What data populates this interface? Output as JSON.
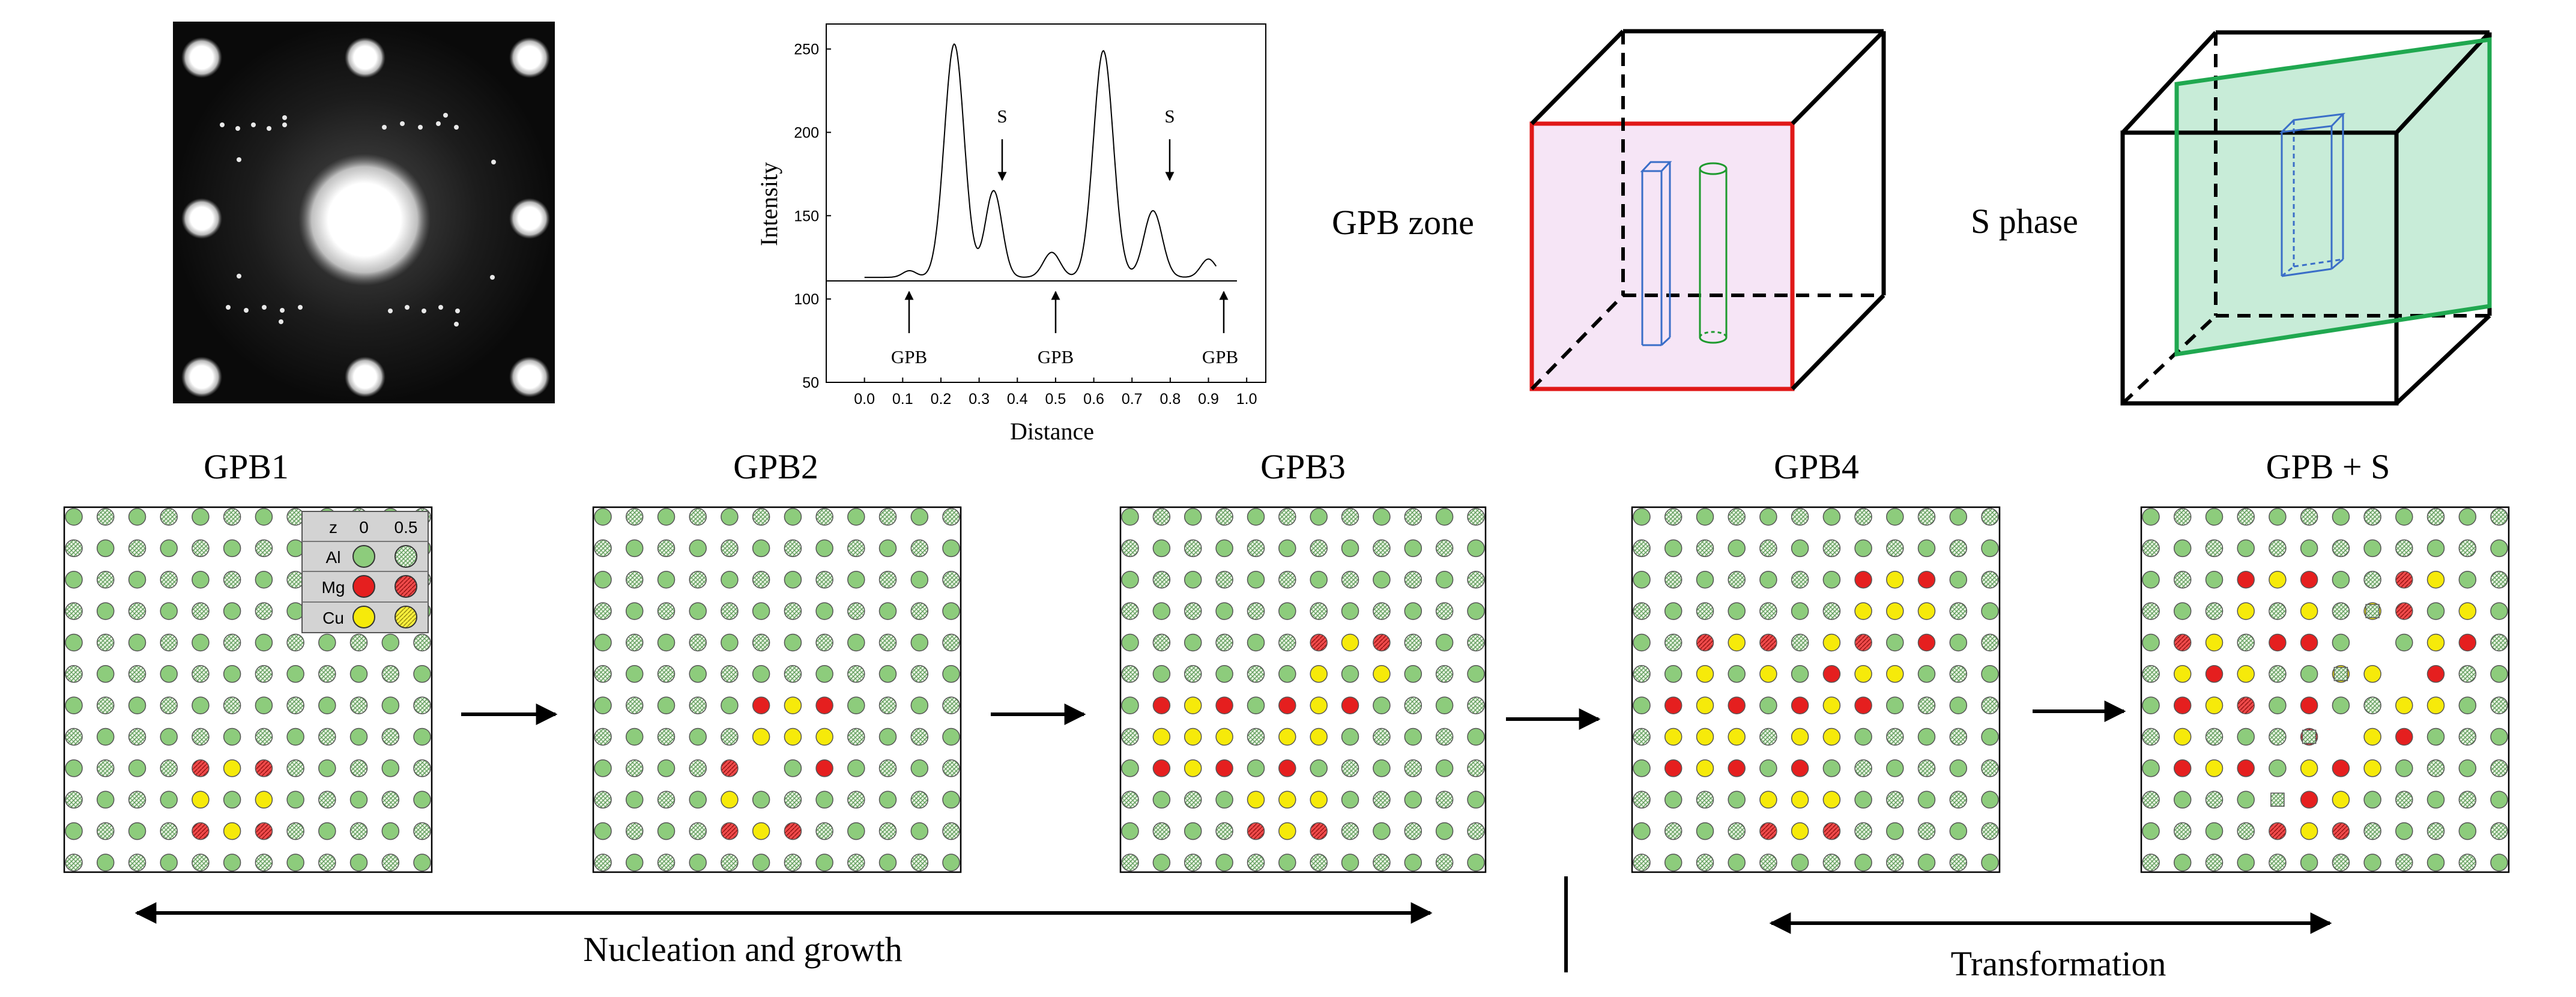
{
  "saed": {},
  "profile": {
    "ylabel": "Intensity",
    "xlabel": "Distance",
    "x_ticks": [
      "0.0",
      "0.1",
      "0.2",
      "0.3",
      "0.4",
      "0.5",
      "0.6",
      "0.7",
      "0.8",
      "0.9",
      "1.0"
    ],
    "y_ticks": [
      "50",
      "100",
      "150",
      "200",
      "250"
    ],
    "peak_labels": {
      "s1": "S",
      "s2": "S",
      "g1": "GPB",
      "g2": "GPB",
      "g3": "GPB"
    }
  },
  "gpb_zone": {
    "label": "GPB zone",
    "face_color": "#f7e6f7",
    "frame_color": "#e01818"
  },
  "s_phase": {
    "label": "S phase",
    "plane_color": "#c8ecd8",
    "frame_color": "#20a850"
  },
  "panels": [
    {
      "label": "GPB1"
    },
    {
      "label": "GPB2"
    },
    {
      "label": "GPB3"
    },
    {
      "label": "GPB4"
    },
    {
      "label": "GPB + S"
    }
  ],
  "legend": {
    "header": [
      "z",
      "0",
      "0.5"
    ],
    "rows": [
      {
        "element": "Al",
        "color": "#7ec87e"
      },
      {
        "element": "Mg",
        "color": "#e81c1c"
      },
      {
        "element": "Cu",
        "color": "#f2e600"
      }
    ]
  },
  "bottom": {
    "nucleation": "Nucleation and growth",
    "transformation": "Transformation"
  },
  "colors": {
    "al": "#8dcc7c",
    "mg": "#e51f1f",
    "cu": "#f6ea0a"
  }
}
